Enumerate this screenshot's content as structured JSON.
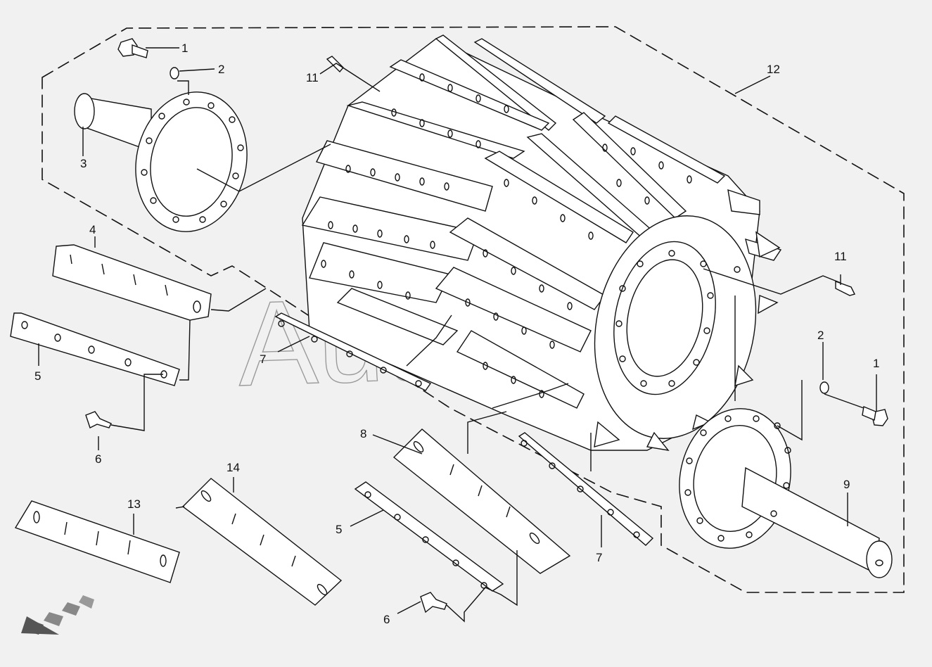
{
  "diagram": {
    "watermark": "AutoSoft",
    "callouts": {
      "bolt_top": "1",
      "washer_top": "2",
      "stub_shaft_left": "3",
      "knife_top_left": "4",
      "clamp_bar_left": "5",
      "screw_left": "6",
      "strip_left": "7",
      "knife_center": "8",
      "stub_shaft_right": "9",
      "screw_top": "11",
      "screw_right": "11",
      "assembly": "12",
      "knife_bottom_left": "13",
      "knife_bottom_mid": "14",
      "washer_right": "2",
      "bolt_right": "1",
      "clamp_bar_center": "5",
      "screw_center": "6",
      "strip_right": "7"
    }
  }
}
